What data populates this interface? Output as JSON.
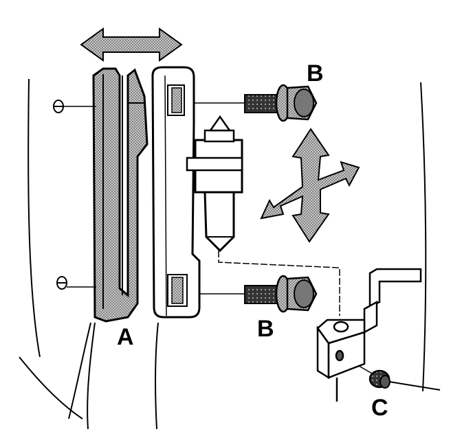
{
  "labels": {
    "a": "A",
    "b_top": "B",
    "b_bottom": "B",
    "c": "C"
  },
  "colors": {
    "ink": "#000000",
    "hatch": "#9a9a9a",
    "paper": "#ffffff"
  }
}
